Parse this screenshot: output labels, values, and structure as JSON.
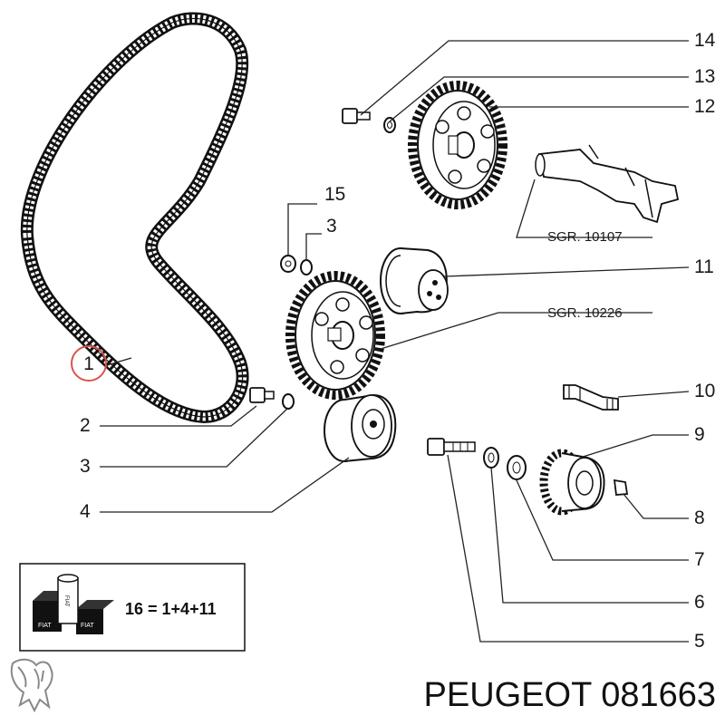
{
  "callouts": {
    "c1": "1",
    "c2": "2",
    "c3a": "3",
    "c3b": "3",
    "c4": "4",
    "c5": "5",
    "c6": "6",
    "c7": "7",
    "c8": "8",
    "c9": "9",
    "c10": "10",
    "c11": "11",
    "c12": "12",
    "c13": "13",
    "c14": "14",
    "c15": "15"
  },
  "references": {
    "camshaft": "SGR. 10107",
    "pulley": "SGR. 10226"
  },
  "kit": {
    "formula": "16 = 1+4+11",
    "box_label_a": "FIAT",
    "box_label_b": "FIAT",
    "box_label_c": "FIAT"
  },
  "brand": {
    "text": "PEUGEOT 081663"
  },
  "colors": {
    "ink": "#1a1a1a",
    "highlight_ring": "#d9534f",
    "part_fill": "#ffffff"
  },
  "icons": [
    "peugeot-lion-icon",
    "kit-box-icon"
  ]
}
